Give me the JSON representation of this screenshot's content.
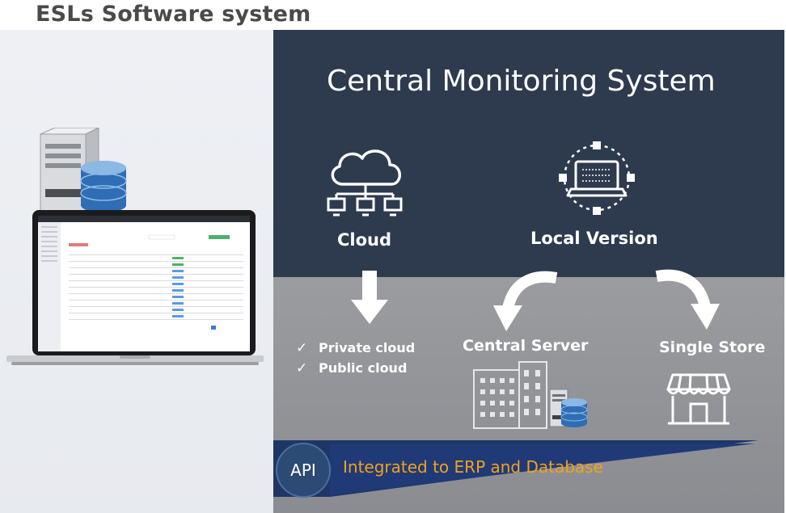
{
  "slide": {
    "title": "ESLs Software system"
  },
  "cms": {
    "title": "Central Monitoring System"
  },
  "cloud": {
    "label": "Cloud",
    "options": [
      "Private cloud",
      "Public cloud"
    ]
  },
  "local": {
    "label": "Local Version"
  },
  "central_server": {
    "label": "Central Server"
  },
  "single_store": {
    "label": "Single Store"
  },
  "api": {
    "badge": "API",
    "text": "Integrated to ERP and Database"
  },
  "colors": {
    "top_panel": "#2e3a4e",
    "bottom_panel": "#8f9195",
    "api_accent": "#f0a21b",
    "api_navy": "#1f3566"
  },
  "icons": [
    "cloud-network-icon",
    "laptop-network-icon",
    "building-icon",
    "storefront-icon",
    "server-database-icon"
  ]
}
